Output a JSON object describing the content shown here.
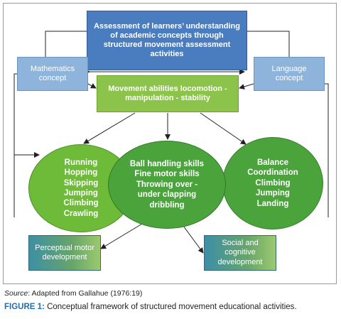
{
  "diagram": {
    "top_box": "Assessment of learners’ understanding of academic concepts through structured movement assessment activities",
    "math_concept": "Mathematics concept",
    "language_concept": "Language concept",
    "movement_abilities": "Movement abilities locomotion - manipulation - stability",
    "locomotion_items": [
      "Running",
      "Hopping",
      "Skipping",
      "Jumping",
      "Climbing",
      "Crawling"
    ],
    "manipulation_items": [
      "Ball handling skills",
      "Fine motor skills",
      "Throwing over -",
      "under clapping",
      "dribbling"
    ],
    "stability_items": [
      "Balance",
      "Coordination",
      "Climbing",
      "Jumping",
      "Landing"
    ],
    "perceptual_motor": "Perceptual motor development",
    "social_cognitive": "Social and cognitive development",
    "colors": {
      "top_box": "#4a7cc0",
      "concept_boxes": "#8fb4dc",
      "movement_box": "#8cc34b",
      "ellipses": "#4ba33c",
      "caption_label": "#1e6fb3"
    }
  },
  "source": {
    "label": "Source",
    "text": ": Adapted from Gallahue (1976:19)"
  },
  "caption": {
    "label": "FIGURE 1:",
    "text": " Conceptual framework of structured movement educational activities."
  }
}
